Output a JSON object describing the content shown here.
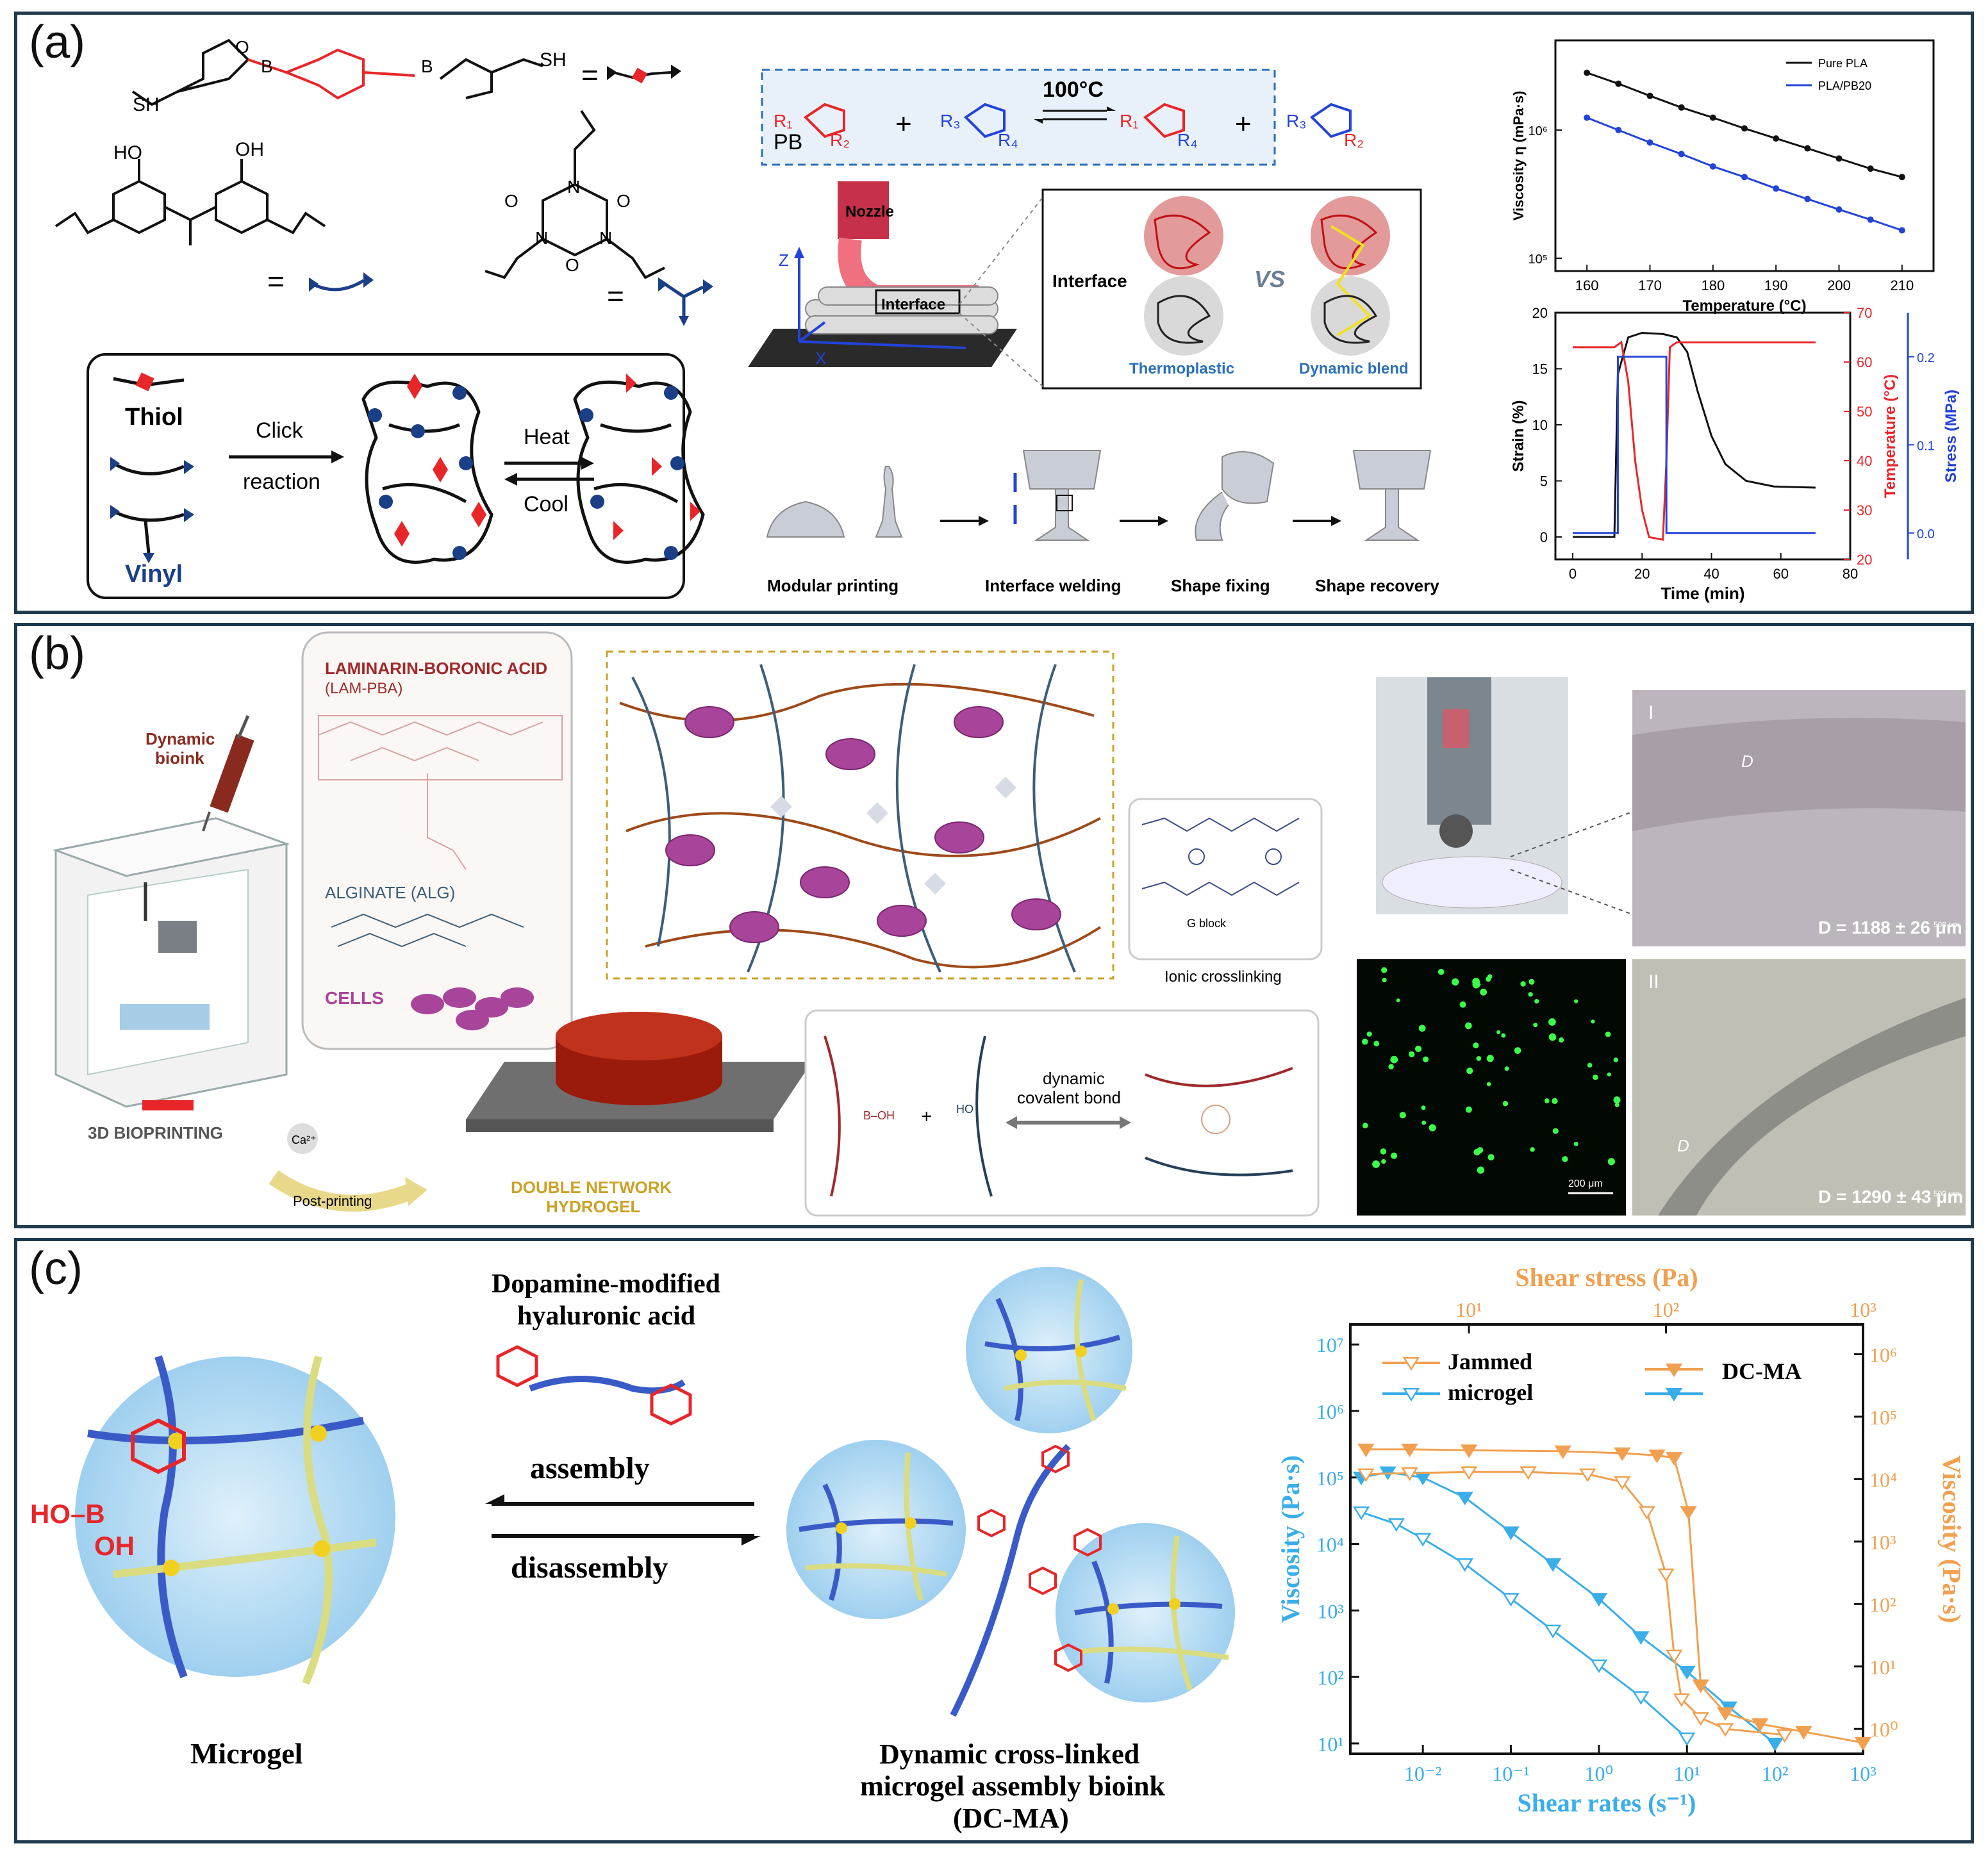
{
  "panels": {
    "a": {
      "label": "(a)",
      "reaction_temp": "100°C",
      "pb_label": "PB",
      "r1": "R₁",
      "r2": "R₂",
      "r3": "R₃",
      "r4": "R₄",
      "sh": "SH",
      "ho": "HO",
      "oh": "OH",
      "o": "O",
      "b": "B",
      "n": "N",
      "eq": "=",
      "thiol": "Thiol",
      "vinyl": "Vinyl",
      "click": "Click",
      "reaction": "reaction",
      "heat": "Heat",
      "cool": "Cool",
      "nozzle": "Nozzle",
      "interface_box": "Interface",
      "axis_z": "Z",
      "axis_x": "X",
      "interface": "Interface",
      "vs": "VS",
      "thermoplastic": "Thermoplastic",
      "dynamic_blend": "Dynamic blend",
      "step_modular": "Modular printing",
      "step_welding": "Interface welding",
      "step_fixing": "Shape fixing",
      "step_recovery": "Shape recovery",
      "chart1": {
        "ylabel": "Viscosity η (mPa·s)",
        "xlabel": "Temperature (°C)",
        "legend_pla": "Pure PLA",
        "legend_blend": "PLA/PB20",
        "xticks": [
          "160",
          "170",
          "180",
          "190",
          "200",
          "210"
        ],
        "yticks": [
          "10⁶",
          "10⁵"
        ]
      },
      "chart2": {
        "ylabel_left": "Strain (%)",
        "ylabel_temp": "Temperature (°C)",
        "ylabel_stress": "Stress (MPa)",
        "xlabel": "Time (min)",
        "xticks": [
          "0",
          "20",
          "40",
          "60",
          "80"
        ],
        "yticks_left": [
          "0",
          "5",
          "10",
          "15",
          "20"
        ],
        "yticks_temp": [
          "20",
          "30",
          "40",
          "50",
          "60",
          "70"
        ],
        "yticks_stress": [
          "0.0",
          "0.1",
          "0.2"
        ]
      },
      "colors": {
        "red": "#e8262a",
        "blue": "#2343d6",
        "navy": "#1b3f86",
        "black": "#111111"
      }
    },
    "b": {
      "label": "(b)",
      "lam_title_1": "LAMINARIN-BORONIC ACID",
      "lam_title_2": "(LAM-PBA)",
      "alginate": "ALGINATE (ALG)",
      "cells": "CELLS",
      "dynamic_bioink_1": "Dynamic",
      "dynamic_bioink_2": "bioink",
      "bioprinting": "3D BIOPRINTING",
      "ca": "Ca²⁺",
      "post_printing": "Post-printing",
      "double_network_1": "DOUBLE NETWORK",
      "double_network_2": "HYDROGEL",
      "g_block": "G block",
      "ionic": "Ionic crosslinking",
      "dynamic_covalent_1": "dynamic",
      "dynamic_covalent_2": "covalent bond",
      "plus": "+",
      "img1_label": "I",
      "img1_d": "D = 1188 ± 26 μm",
      "img1_scale": "500 μm",
      "img2_label": "II",
      "img2_d": "D = 1290 ± 43 μm",
      "img2_scale": "500 μm",
      "fluor_scale": "200 μm",
      "d_marker": "D",
      "colors": {
        "lam": "#9e2a2b",
        "alg": "#3b5e7a",
        "cells": "#a8449a",
        "gold": "#c9a227",
        "green": "#3cff4a"
      }
    },
    "c": {
      "label": "(c)",
      "dopamine_1": "Dopamine-modified",
      "dopamine_2": "hyaluronic acid",
      "assembly": "assembly",
      "disassembly": "disassembly",
      "microgel": "Microgel",
      "bioink_1": "Dynamic cross-linked",
      "bioink_2": "microgel assembly bioink",
      "bioink_3": "(DC-MA)",
      "hob": "HO–B",
      "oh": "OH",
      "chart": {
        "top_label": "Shear stress (Pa)",
        "bottom_label": "Shear rates (s⁻¹)",
        "left_label": "Viscosity (Pa·s)",
        "right_label": "Viscosity (Pa·s)",
        "legend_jammed_1": "Jammed",
        "legend_jammed_2": "microgel",
        "legend_dcma": "DC-MA",
        "xticks_bottom": [
          "10⁻²",
          "10⁻¹",
          "10⁰",
          "10¹",
          "10²",
          "10³"
        ],
        "xticks_top": [
          "10¹",
          "10²",
          "10³"
        ],
        "yticks_left": [
          "10¹",
          "10²",
          "10³",
          "10⁴",
          "10⁵",
          "10⁶",
          "10⁷"
        ],
        "yticks_right": [
          "10⁰",
          "10¹",
          "10²",
          "10³",
          "10⁴",
          "10⁵",
          "10⁶"
        ]
      },
      "colors": {
        "orange": "#f0a050",
        "cyan": "#3aaee8",
        "red": "#e8262a"
      }
    }
  },
  "chart_data": [
    {
      "type": "line",
      "title": "",
      "xlabel": "Temperature (°C)",
      "ylabel": "Viscosity η (mPa·s)",
      "yscale": "log",
      "xlim": [
        155,
        215
      ],
      "ylim_decades": [
        4.9,
        6.7
      ],
      "x": [
        160,
        165,
        170,
        175,
        180,
        185,
        190,
        195,
        200,
        205,
        210
      ],
      "series": [
        {
          "name": "Pure PLA",
          "color": "#111111",
          "values": [
            2800000,
            2300000,
            1850000,
            1500000,
            1250000,
            1030000,
            860000,
            720000,
            600000,
            500000,
            430000
          ]
        },
        {
          "name": "PLA/PB20",
          "color": "#2343d6",
          "values": [
            1250000,
            1000000,
            800000,
            650000,
            520000,
            430000,
            350000,
            290000,
            240000,
            200000,
            165000
          ]
        }
      ],
      "grid": false,
      "legend": "top-right"
    },
    {
      "type": "line",
      "title": "",
      "xlabel": "Time (min)",
      "xlim": [
        -5,
        80
      ],
      "axes": {
        "strain": {
          "label": "Strain (%)",
          "range": [
            -2,
            20
          ],
          "color": "#111111"
        },
        "temperature": {
          "label": "Temperature (°C)",
          "range": [
            20,
            70
          ],
          "color": "#e8262a"
        },
        "stress": {
          "label": "Stress (MPa)",
          "range": [
            -0.03,
            0.25
          ],
          "color": "#2343d6"
        }
      },
      "series": [
        {
          "name": "Strain",
          "axis": "strain",
          "x": [
            0,
            12,
            13,
            16,
            20,
            26,
            30,
            33,
            36,
            40,
            44,
            50,
            58,
            70
          ],
          "values": [
            0,
            0,
            14.5,
            17.8,
            18.2,
            18.1,
            17.8,
            16.5,
            13,
            9,
            6.5,
            5,
            4.5,
            4.4
          ]
        },
        {
          "name": "Temperature",
          "axis": "temperature",
          "x": [
            0,
            12,
            14,
            16,
            18,
            20,
            22,
            26,
            27,
            28,
            30,
            40,
            70
          ],
          "values": [
            63,
            63,
            64,
            56,
            40,
            30,
            24.5,
            24,
            40,
            63,
            64,
            64,
            64
          ]
        },
        {
          "name": "Stress",
          "axis": "stress",
          "x": [
            0,
            13,
            13.01,
            27,
            27.01,
            70
          ],
          "values": [
            0,
            0,
            0.2,
            0.2,
            0,
            0
          ]
        }
      ],
      "grid": false
    },
    {
      "type": "line",
      "title": "",
      "xlabel": "Shear rates (s⁻¹)",
      "ylabel": "Viscosity (Pa·s)",
      "xscale": "log",
      "yscale": "log",
      "xlim": [
        0.0015,
        1000
      ],
      "ylim": [
        7,
        20000000
      ],
      "series": [
        {
          "name": "Jammed microgel",
          "axis": "shear-rate",
          "filled": false,
          "color": "#3aaee8",
          "x": [
            0.002,
            0.005,
            0.01,
            0.03,
            0.1,
            0.3,
            1,
            3,
            10
          ],
          "values": [
            30000,
            20000,
            12000,
            5000,
            1500,
            500,
            150,
            50,
            12
          ]
        },
        {
          "name": "DC-MA",
          "axis": "shear-rate",
          "filled": true,
          "color": "#3aaee8",
          "x": [
            0.002,
            0.004,
            0.01,
            0.03,
            0.1,
            0.3,
            1,
            3,
            10,
            30,
            100
          ],
          "values": [
            100000,
            120000,
            100000,
            50000,
            15000,
            5000,
            1500,
            400,
            120,
            35,
            10
          ]
        },
        {
          "name": "Jammed microgel",
          "axis": "shear-stress",
          "filled": false,
          "color": "#f0a050",
          "x": [
            3,
            5,
            10,
            20,
            40,
            60,
            80,
            100,
            110,
            120,
            150,
            200,
            400
          ],
          "values": [
            12000,
            12500,
            13000,
            13000,
            12000,
            9000,
            3000,
            300,
            15,
            3,
            1.5,
            1.0,
            0.8
          ]
        },
        {
          "name": "DC-MA",
          "axis": "shear-stress",
          "filled": true,
          "color": "#f0a050",
          "x": [
            3,
            5,
            10,
            30,
            60,
            90,
            110,
            130,
            150,
            200,
            300,
            500,
            1000
          ],
          "values": [
            30000,
            30000,
            29000,
            28000,
            26000,
            24000,
            22000,
            3000,
            5,
            1.8,
            1.2,
            0.9,
            0.6
          ]
        }
      ],
      "top_axis": {
        "label": "Shear stress (Pa)",
        "xlim": [
          2.5,
          1000
        ]
      },
      "right_axis": {
        "label": "Viscosity (Pa·s)",
        "ylim": [
          0.4,
          3000000
        ]
      },
      "grid": false,
      "legend": "top-left"
    }
  ]
}
